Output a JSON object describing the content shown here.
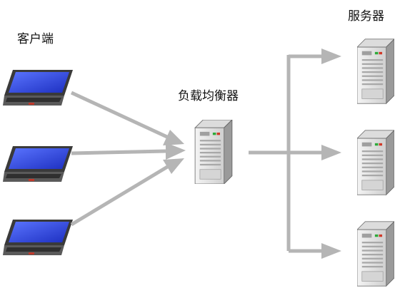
{
  "labels": {
    "clients": "客户端",
    "load_balancer": "负载均衡器",
    "servers": "服务器"
  },
  "icons": {
    "client": "laptop-icon",
    "load_balancer": "server-tower-icon",
    "server": "server-tower-icon"
  },
  "colors": {
    "arrow": "#b5b5b5",
    "laptop_screen": "#2b3fd6",
    "laptop_body": "#4a4a4a",
    "server_body": "#e6e6e6"
  },
  "counts": {
    "clients": 3,
    "servers": 3
  }
}
